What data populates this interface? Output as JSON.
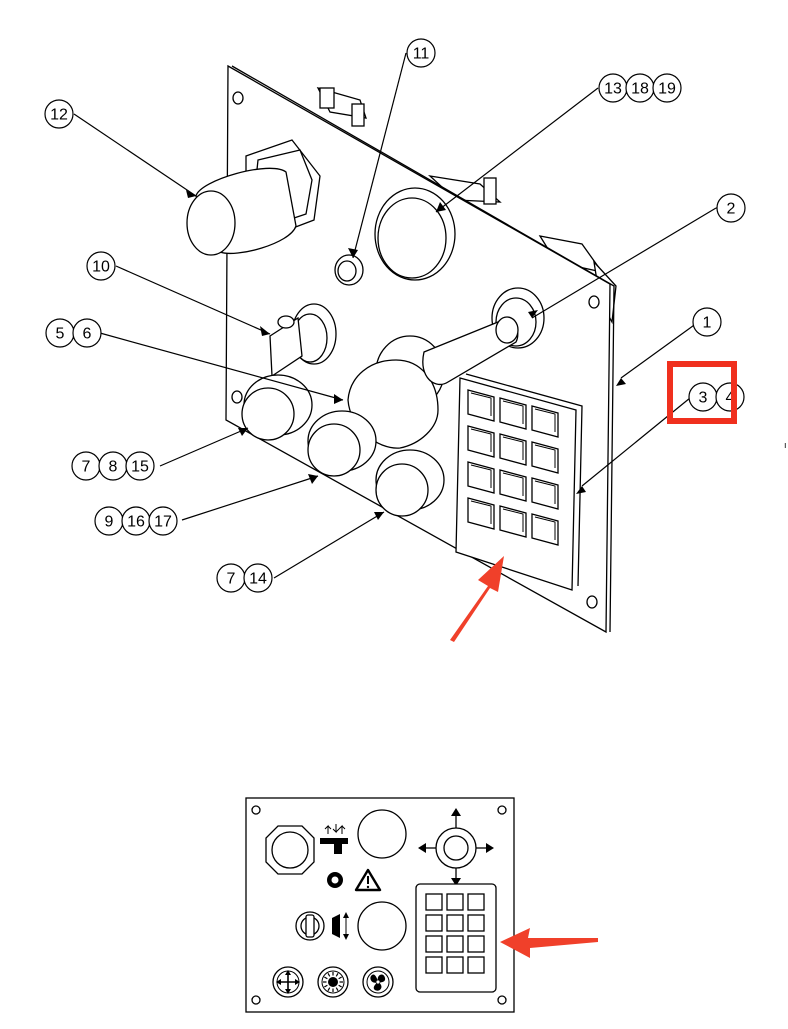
{
  "callouts": [
    {
      "id": "c1",
      "labels": [
        "1"
      ]
    },
    {
      "id": "c2",
      "labels": [
        "2"
      ]
    },
    {
      "id": "c3",
      "labels": [
        "3",
        "4"
      ]
    },
    {
      "id": "c5",
      "labels": [
        "5",
        "6"
      ]
    },
    {
      "id": "c7a",
      "labels": [
        "7",
        "8",
        "15"
      ]
    },
    {
      "id": "c9",
      "labels": [
        "9",
        "16",
        "17"
      ]
    },
    {
      "id": "c7b",
      "labels": [
        "7",
        "14"
      ]
    },
    {
      "id": "c10",
      "labels": [
        "10"
      ]
    },
    {
      "id": "c11",
      "labels": [
        "11"
      ]
    },
    {
      "id": "c12",
      "labels": [
        "12"
      ]
    },
    {
      "id": "c13",
      "labels": [
        "13",
        "18",
        "19"
      ]
    }
  ],
  "colors": {
    "highlight": "#f0301e",
    "arrow": "#f0402a",
    "line": "#000000"
  },
  "icons": [
    "hand-up-down-icon",
    "ring-icon",
    "warning-triangle-icon",
    "dial-icon",
    "door-arrow-icon",
    "move-arrows-icon",
    "sun-icon",
    "fan-icon"
  ]
}
